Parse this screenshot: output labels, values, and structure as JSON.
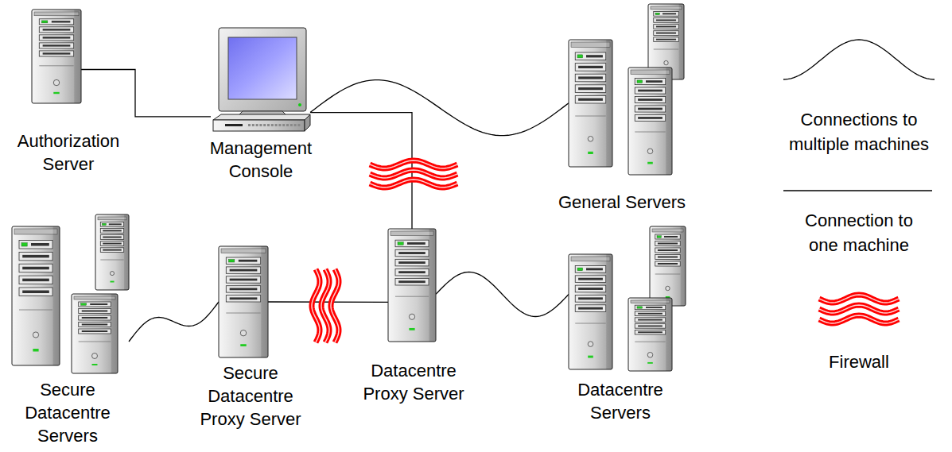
{
  "diagram": {
    "nodes": [
      {
        "text": [
          "Authorization Server"
        ]
      },
      {
        "text": [
          "Management Console"
        ]
      },
      {
        "text": [
          "General Servers"
        ]
      },
      {
        "text": [
          "Secure Datacentre Servers"
        ]
      },
      {
        "text": [
          "Secure Datacentre Proxy Server"
        ]
      },
      {
        "text": [
          "Datacentre Proxy Server"
        ]
      },
      {
        "text": [
          "Datacentre Servers"
        ]
      }
    ],
    "edges": [
      {
        "from": 0,
        "to": 1,
        "arrow": "none"
      },
      {
        "from": 1,
        "to": 2,
        "arrow": "none"
      },
      {
        "from": 1,
        "to": 5,
        "arrow": "none"
      },
      {
        "from": 3,
        "to": 4,
        "arrow": "none"
      },
      {
        "from": 4,
        "to": 5,
        "arrow": "none"
      },
      {
        "from": 5,
        "to": 6,
        "arrow": "none"
      }
    ],
    "legend": [
      {
        "text": "Connections to multiple machines"
      },
      {
        "text": "Connection to one machine"
      },
      {
        "text": "Firewall"
      }
    ]
  }
}
